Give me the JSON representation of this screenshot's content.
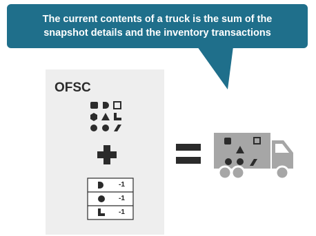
{
  "callout": {
    "line1": "The current contents of a truck is the sum of the",
    "line2": "snapshot details and the inventory transactions",
    "color": "#1f6f8b"
  },
  "ofsc": {
    "title": "OFSC",
    "snapshot_icon": "inventory-shapes-icon",
    "plus_icon": "plus-icon",
    "transactions": [
      {
        "icon": "half-disc-shape-icon",
        "value": "-1"
      },
      {
        "icon": "circle-shape-icon",
        "value": "-1"
      },
      {
        "icon": "l-shape-icon",
        "value": "-1"
      }
    ]
  },
  "equals_icon": "equals-icon",
  "truck_icon": "truck-icon",
  "colors": {
    "panel": "#eeeeee",
    "shape_dark": "#2b2b2b",
    "truck_gray": "#a6a6a6"
  }
}
